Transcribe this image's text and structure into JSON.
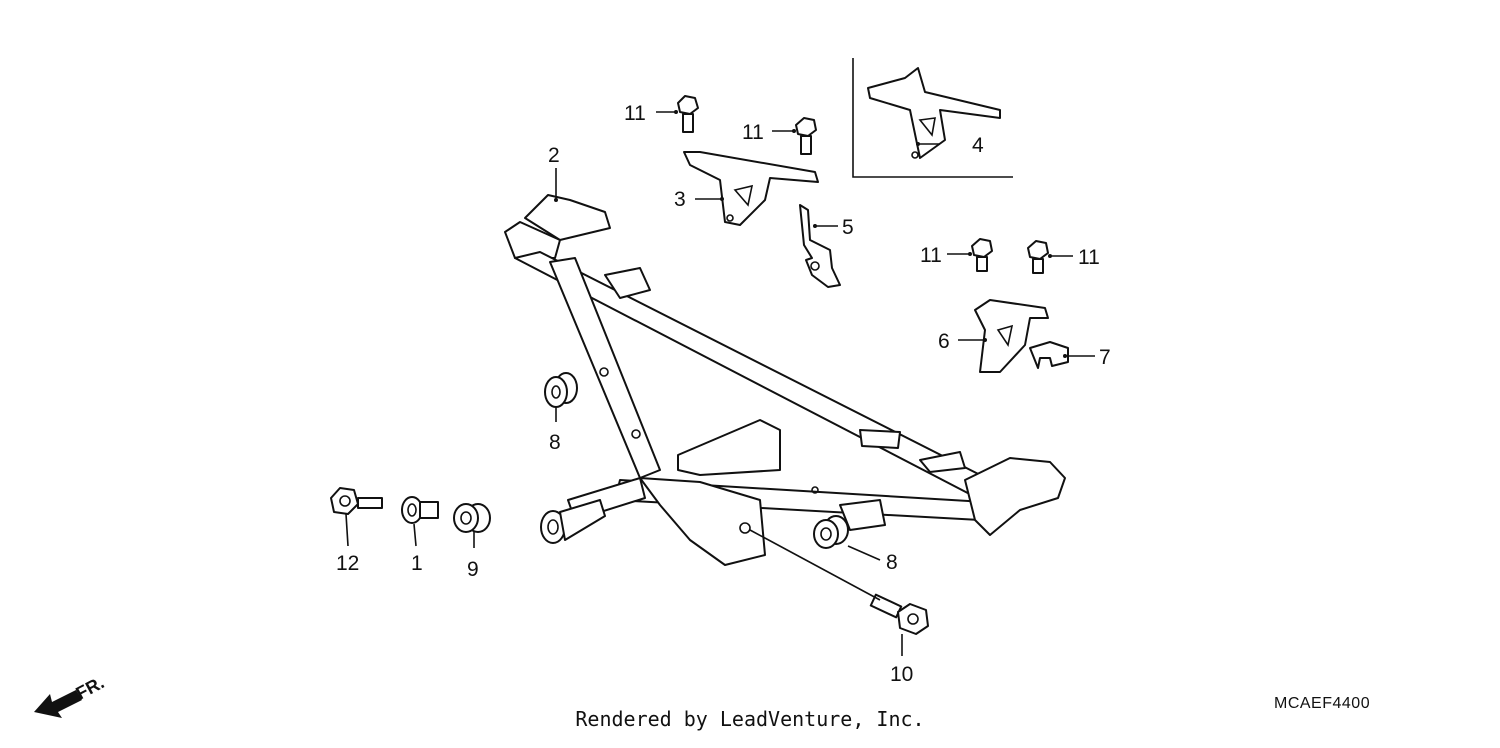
{
  "diagram": {
    "callouts": [
      "1",
      "2",
      "3",
      "4",
      "5",
      "6",
      "7",
      "8",
      "8",
      "9",
      "10",
      "11",
      "11",
      "11",
      "11",
      "12"
    ],
    "front_marker": "FR.",
    "credit": "Rendered by LeadVenture, Inc.",
    "diagram_code": "MCAEF4400"
  }
}
